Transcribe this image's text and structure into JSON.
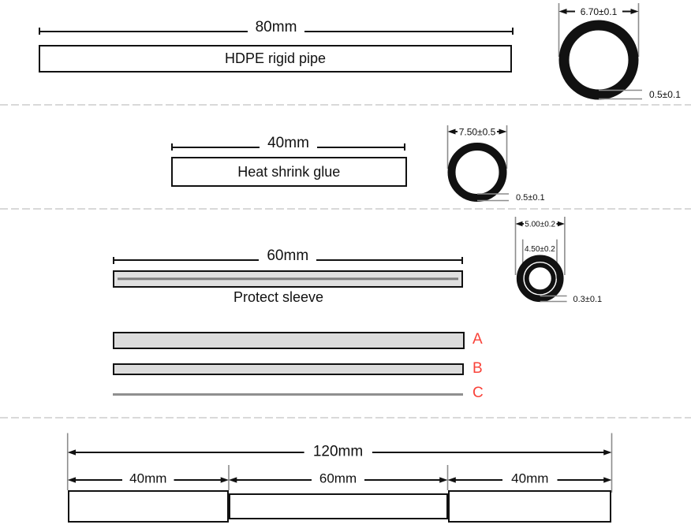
{
  "sections": {
    "pipe": {
      "length_label": "80mm",
      "part_label": "HDPE rigid pipe",
      "ring": {
        "od_label": "6.70±0.1",
        "wall_label": "0.5±0.1"
      }
    },
    "glue": {
      "length_label": "40mm",
      "part_label": "Heat shrink glue",
      "ring": {
        "od_label": "7.50±0.5",
        "wall_label": "0.5±0.1"
      }
    },
    "sleeve": {
      "length_label": "60mm",
      "part_label": "Protect sleeve",
      "ring": {
        "od_label": "5.00±0.2",
        "id_label": "4.50±0.2",
        "wall_label": "0.3±0.1"
      },
      "layers": {
        "a": "A",
        "b": "B",
        "c": "C"
      }
    },
    "assembly": {
      "total_label": "120mm",
      "segment_left": "40mm",
      "segment_middle": "60mm",
      "segment_right": "40mm"
    }
  },
  "colors": {
    "line": "#111111",
    "extension_gray": "#8c8c8c",
    "bar_fill": "#dcdcdc",
    "stripe_gray": "#7f7f7f",
    "dash_gray": "#d9d9d9",
    "label_red": "#f94239"
  }
}
